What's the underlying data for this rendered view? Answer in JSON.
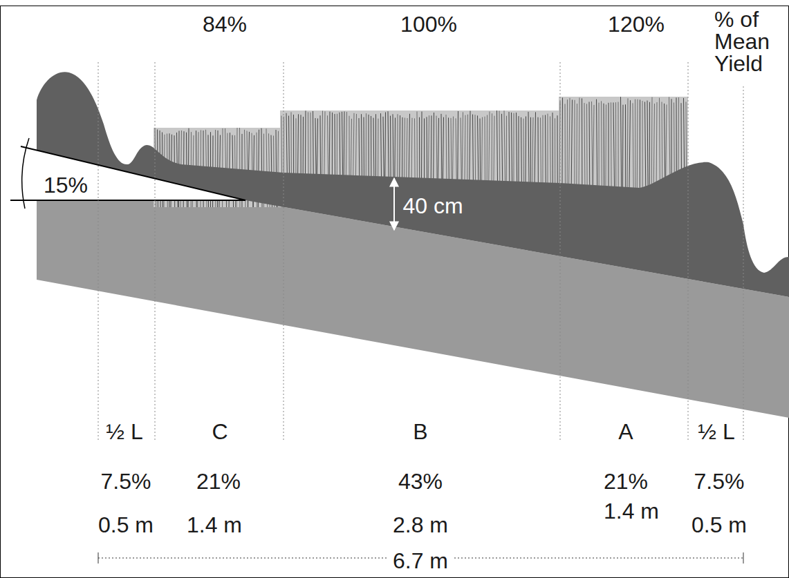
{
  "diagram": {
    "labels": [
      "84%",
      "100%",
      "120%",
      "% of Mean Yield",
      "15%",
      "40 cm",
      "½ L",
      "C",
      "B",
      "A",
      "½ L",
      "7.5%",
      "21%",
      "43%",
      "21%",
      "7.5%",
      "0.5 m",
      "1.4 m",
      "2.8 m",
      "1.4 m",
      "0.5 m",
      "6.7 m"
    ]
  }
}
